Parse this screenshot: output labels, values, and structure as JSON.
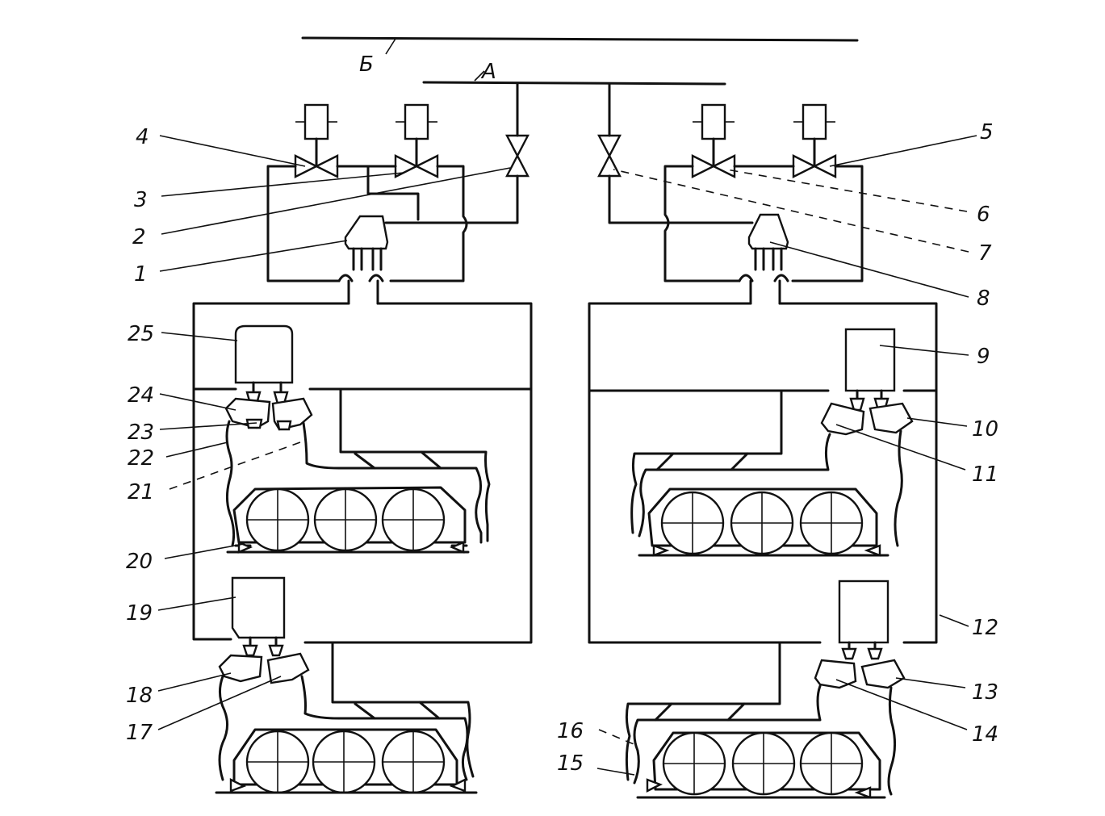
{
  "bus_labels": {
    "b": "Б",
    "a": "А"
  },
  "labels": {
    "n1": "1",
    "n2": "2",
    "n3": "3",
    "n4": "4",
    "n5": "5",
    "n6": "6",
    "n7": "7",
    "n8": "8",
    "n9": "9",
    "n10": "10",
    "n11": "11",
    "n12": "12",
    "n13": "13",
    "n14": "14",
    "n15": "15",
    "n16": "16",
    "n17": "17",
    "n18": "18",
    "n19": "19",
    "n20": "20",
    "n21": "21",
    "n22": "22",
    "n23": "23",
    "n24": "24",
    "n25": "25"
  }
}
